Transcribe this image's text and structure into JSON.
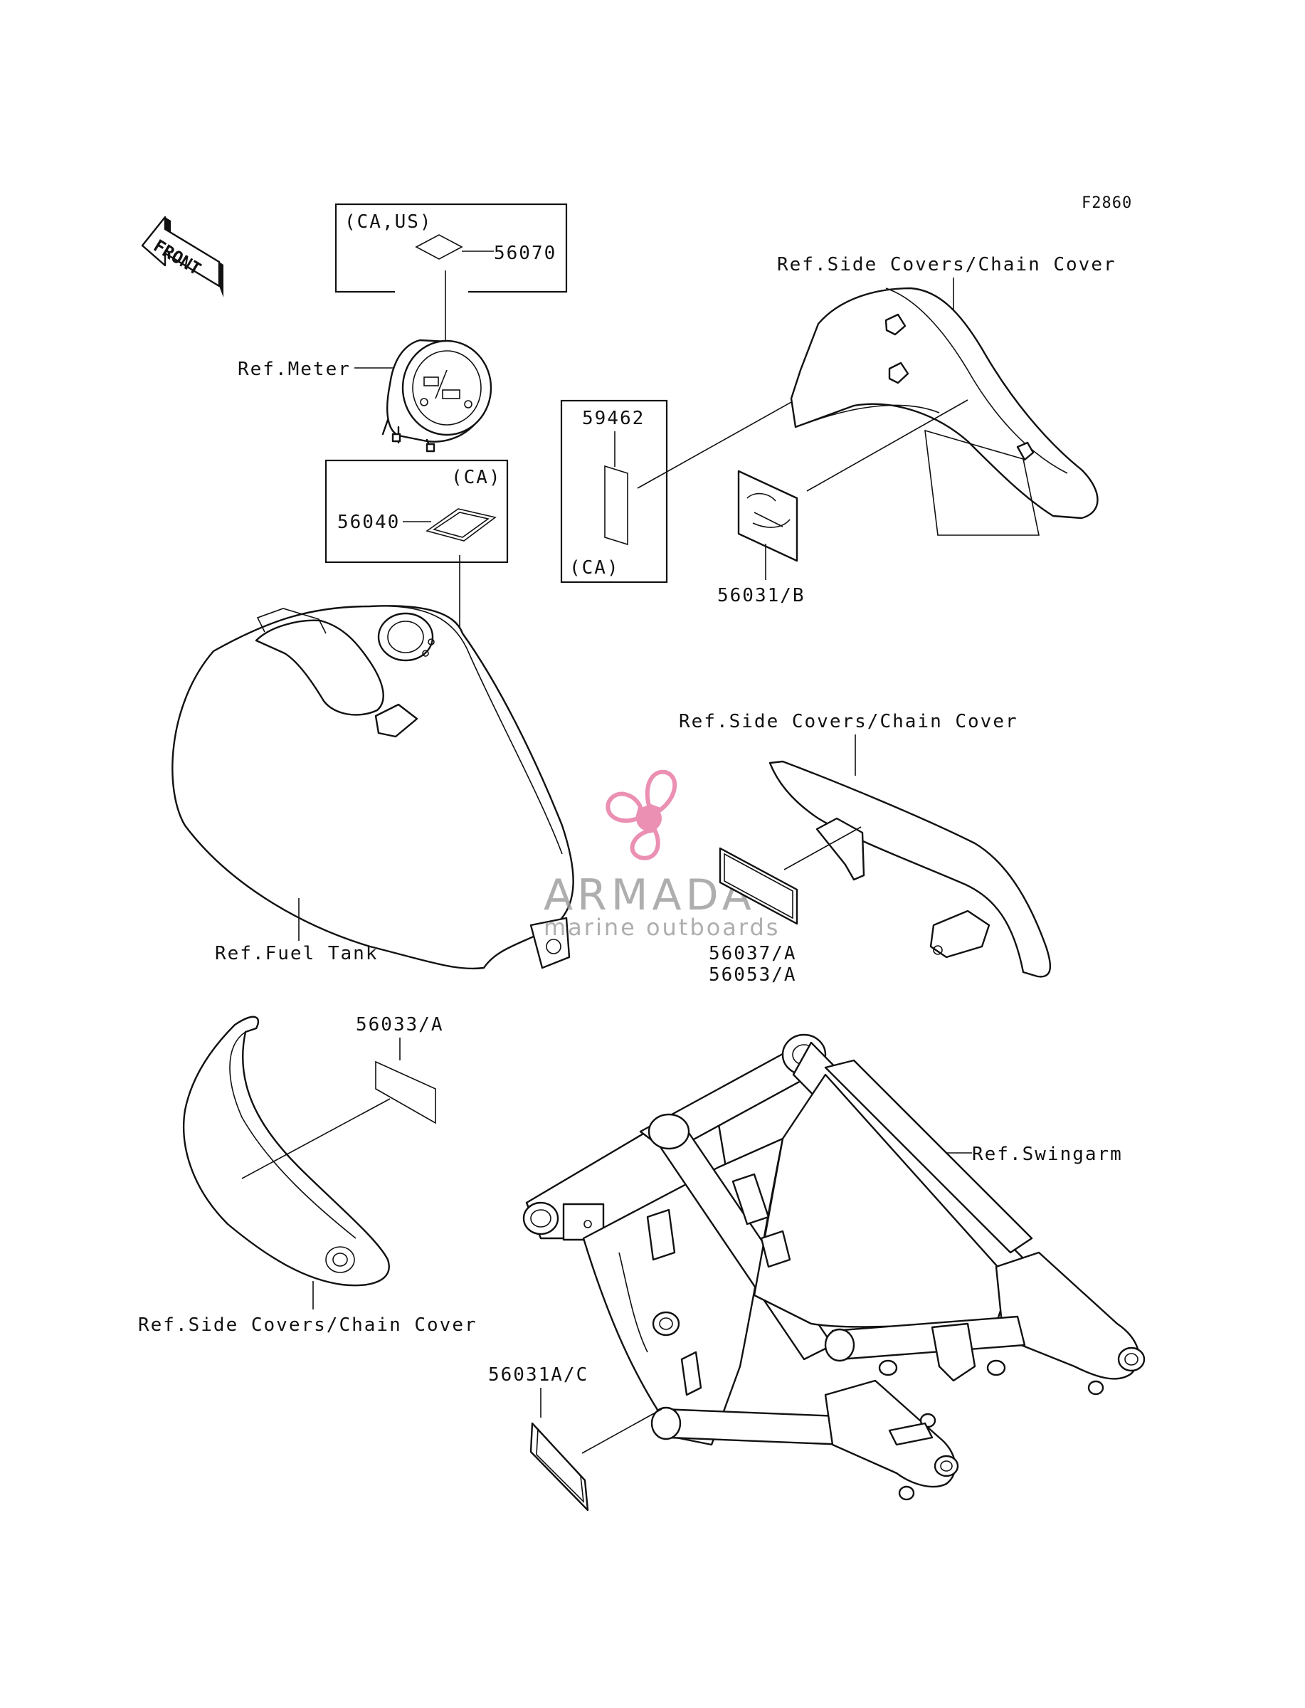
{
  "figure_code": "F2860",
  "front_label": "FRONT",
  "watermark": {
    "brand": "ARMADA",
    "tagline": "marine outboards",
    "accent_color": "#e87ca6"
  },
  "parts": {
    "p56070": "56070",
    "p56070_region": "(CA,US)",
    "p56040": "56040",
    "p56040_region": "(CA)",
    "p59462": "59462",
    "p59462_region": "(CA)",
    "p56031b": "56031/B",
    "p56037a": "56037/A",
    "p56053a": "56053/A",
    "p56033a": "56033/A",
    "p56031ac": "56031A/C"
  },
  "refs": {
    "meter": "Ref.Meter",
    "fuel_tank": "Ref.Fuel Tank",
    "side_covers_top": "Ref.Side Covers/Chain Cover",
    "side_covers_mid": "Ref.Side Covers/Chain Cover",
    "side_covers_bottom": "Ref.Side Covers/Chain Cover",
    "swingarm": "Ref.Swingarm"
  }
}
